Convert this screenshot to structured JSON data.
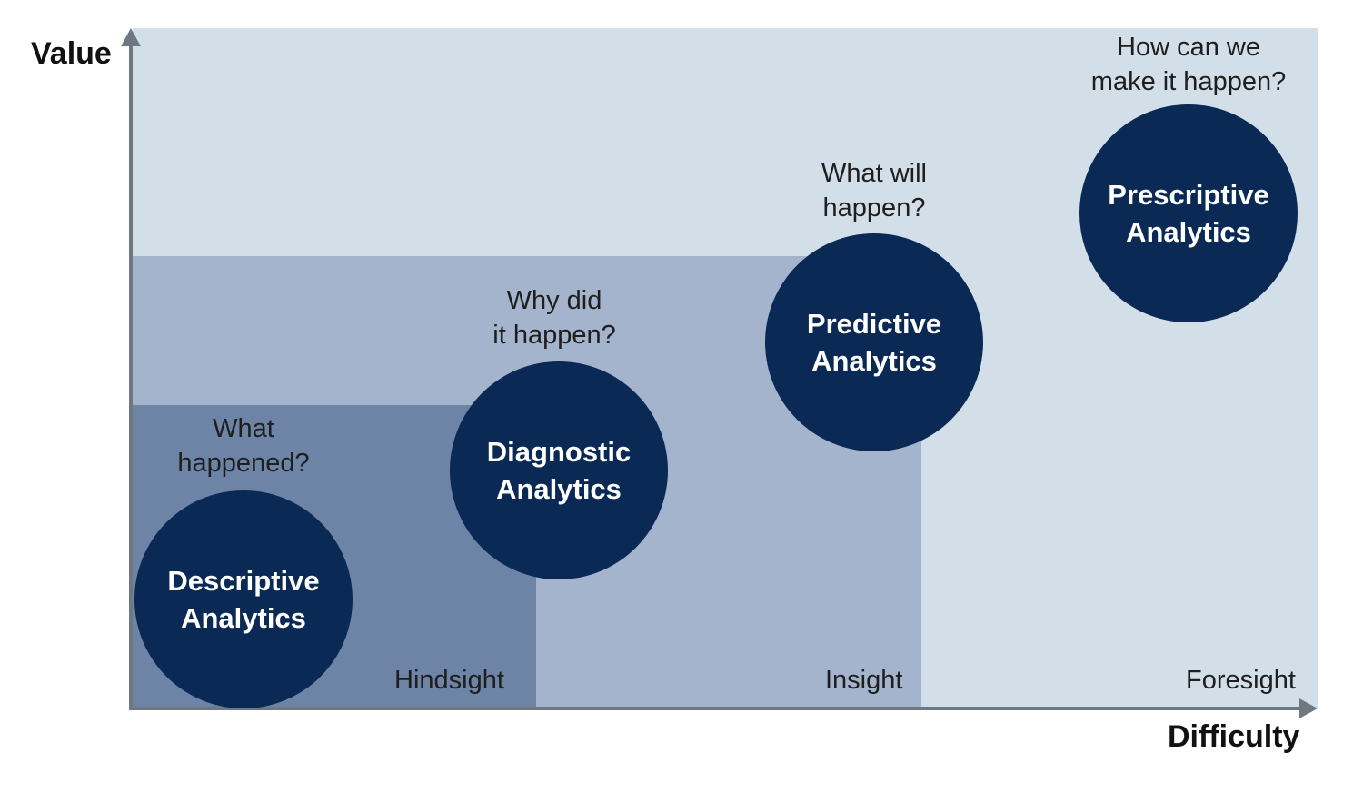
{
  "axes": {
    "y_label": "Value",
    "x_label": "Difficulty"
  },
  "colors": {
    "outer_region": "#d3dfe8",
    "middle_region": "#a3b4cc",
    "inner_region": "#6d84a6",
    "circle_fill": "#0a2a55",
    "circle_text": "#ffffff",
    "axis": "#6f7780"
  },
  "stages": {
    "hindsight": "Hindsight",
    "insight": "Insight",
    "foresight": "Foresight"
  },
  "analytics": [
    {
      "line1": "Descriptive",
      "line2": "Analytics",
      "question_line1": "What",
      "question_line2": "happened?"
    },
    {
      "line1": "Diagnostic",
      "line2": "Analytics",
      "question_line1": "Why did",
      "question_line2": "it happen?"
    },
    {
      "line1": "Predictive",
      "line2": "Analytics",
      "question_line1": "What will",
      "question_line2": "happen?"
    },
    {
      "line1": "Prescriptive",
      "line2": "Analytics",
      "question_line1": "How can we",
      "question_line2": "make it happen?"
    }
  ]
}
